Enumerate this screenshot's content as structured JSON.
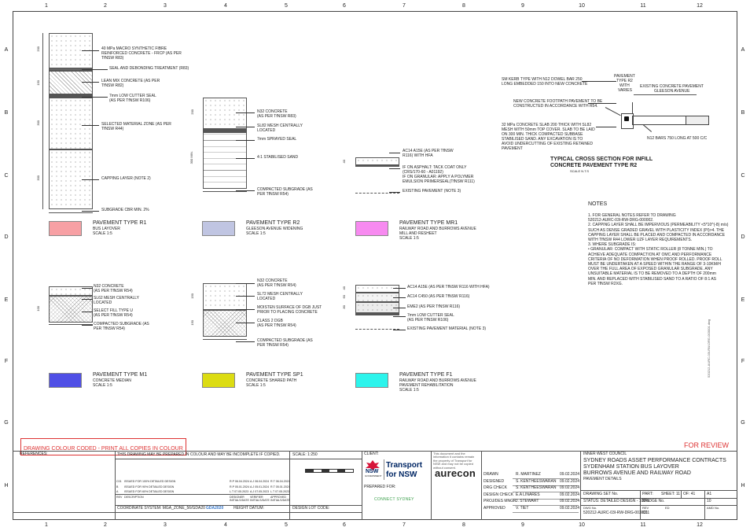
{
  "grid": {
    "columns": [
      "1",
      "2",
      "3",
      "4",
      "5",
      "6",
      "7",
      "8",
      "9",
      "10",
      "11",
      "12"
    ],
    "rows": [
      "A",
      "B",
      "C",
      "D",
      "E",
      "F",
      "G",
      "H"
    ]
  },
  "sections": {
    "r1": {
      "dims": [
        "200",
        "150",
        "300",
        "300"
      ],
      "labels": [
        "40 MPa MACRO SYNTHETIC FIBRE",
        "REINFORCED CONCRETE - FRCP (AS PER",
        "TfNSW R83)",
        "SEAL AND DEBONDING TREATMENT (R83)",
        "LEAN MIX CONCRETE (AS PER",
        "TfNSW R82)",
        "7mm LOW CUTTER SEAL",
        "(AS PER TfNSW R106)",
        "SELECTED MATERIAL ZONE (AS PER",
        "TfNSW R44)",
        "CAPPING LAYER (NOTE 2)",
        "SUBGRADE CBR MIN. 2%"
      ]
    },
    "r2": {
      "dims": [
        "200",
        "300 MIN."
      ],
      "labels": [
        "N32 CONCRETE",
        "(AS PER TfNSW R83)",
        "SL82 MESH CENTRALLY",
        "LOCATED",
        "7mm SPRAYED SEAL",
        "4:1 STABILISED SAND",
        "COMPACTED SUBGRADE (AS",
        "PER TfNSW R54)"
      ]
    },
    "mr1": {
      "dims": [
        "40"
      ],
      "labels": [
        "AC14 A15E (AS PER TfNSW",
        "R116) WITH HFA",
        "IF ON ASPHALT: TACK COAT ONLY",
        "(CRS/170-60 - A01192)",
        "IF ON GRANULAR: APPLY A POLYMER",
        "EMULSION PRIMERSEAL(TfNSW R111)",
        "EXISTING PAVEMENT (NOTE 3)"
      ]
    },
    "m1": {
      "dims": [
        "100"
      ],
      "labels": [
        "N32 CONCRETE",
        "(AS PER TfNSW R54)",
        "SL62 MESH CENTRALLY",
        "LOCATED",
        "SELECT FILL TYPE U",
        "(AS PER TfNSW R54)",
        "COMPACTED SUBGRADE (AS",
        "PER TfNSW R54)"
      ]
    },
    "sp1": {
      "dims": [
        "150",
        "150"
      ],
      "labels": [
        "N32 CONCRETE",
        "(AS PER TfNSW R54)",
        "SL72 MESH CENTRALLY",
        "LOCATED",
        "MOISTEN SURFACE OF DGB JUST",
        "PRIOR TO PLACING CONCRETE",
        "CLASS 2 DGB",
        "(AS PER TfNSW R54)",
        "COMPACTED SUBGRADE (AS",
        "PER TfNSW R54)"
      ]
    },
    "f1": {
      "dims": [
        "40",
        "60",
        "80"
      ],
      "labels": [
        "AC14 A15E (AS PER TfNSW R116 WITH HFA)",
        "AC14 C450 (AS PER TfNSW R116)",
        "EME2 (AS PER TfNSW R116)",
        "7mm LOW CUTTER SEAL",
        "(AS PER TfNSW R106)",
        "EXISTING PAVEMENT MATERIAL (NOTE 3)"
      ]
    }
  },
  "legend": [
    {
      "title": "PAVEMENT TYPE R1",
      "sub1": "BUS LAYOVER",
      "sub2": "SCALE 1:5",
      "color": "#f7a0a4"
    },
    {
      "title": "PAVEMENT TYPE R2",
      "sub1": "GLEESON AVENUE WIDENING",
      "sub2": "SCALE 1:5",
      "color": "#c0c5e2"
    },
    {
      "title": "PAVEMENT TYPE MR1",
      "sub1": "RAILWAY ROAD AND BURROWS AVENUE",
      "sub2": "MILL AND RESHEET",
      "sub3": "SCALE 1:5",
      "color": "#f78af0"
    },
    {
      "title": "PAVEMENT TYPE M1",
      "sub1": "CONCRETE MEDIAN",
      "sub2": "SCALE 1:5",
      "color": "#4f4fe6"
    },
    {
      "title": "PAVEMENT TYPE SP1",
      "sub1": "CONCRETE SHARED PATH",
      "sub2": "SCALE 1:5",
      "color": "#dcdc12"
    },
    {
      "title": "PAVEMENT TYPE F1",
      "sub1": "RAILWAY ROAD AND BURROWS AVENUE",
      "sub2": "PAVEMENT REHABILITATION",
      "sub3": "SCALE 1:5",
      "color": "#2cf4ec"
    }
  ],
  "infill": {
    "labels": [
      "SM KERB TYPE WITH N12 DOWEL BAR 250",
      "LONG EMBEDDED 150 INTO NEW CONCRETE",
      "NEW CONCRETE FOOTPATH PAVEMENT TO BE",
      "CONSTRUCTED IN ACCORDANCE WITH R54.",
      "32 MPa CONCRETE SLAB 200 THICK WITH SL82",
      "MESH WITH 50mm TOP COVER. SLAB TO BE LAID",
      "ON 300 MIN. THICK COMPACTED SUBBASE",
      "STABILISED SAND. ANY EXCAVATION IS TO",
      "AVOID UNDERCUTTING OF EXISTING RETAINED",
      "PAVEMENT",
      "PAVEMENT",
      "TYPE R2",
      "WITH",
      "VARIES",
      "EXISTING CONCRETE PAVEMENT",
      "GLEESON AVENUE",
      "N12 BARS 750 LONG AT 500 C/C"
    ],
    "title1": "TYPICAL CROSS SECTION  FOR INFILL",
    "title2": "CONCRETE PAVEMENT TYPE R2",
    "scale": "SCALE N.T.S"
  },
  "notes": {
    "heading": "NOTES",
    "items": [
      "1.   FOR GENERAL NOTES REFER TO DRAWING",
      "      520212-AURC-03I-RW-DRG-000002.",
      "2.   CAPPING LAYER SHALL BE IMPERVIOUS (PERMEABILITY <5*10^(-8) m/s)",
      "      SUCH AS DENSE GRADED GRAVEL WITH PLASTICITY INDEX (PI)>4. THE",
      "      CAPPING LAYER SHALL BE PLACED AND COMPACTED IN ACCORDANCE",
      "      WITH TfNSW R44 LOWER UZF LAYER REQUIREMENTS.",
      "3.   WHERE SUBGRADE IS:",
      "   •  GRANULAR: COMPACT WITH STATIC ROLLER (8 TONNE MIN.) TO",
      "      ACHIEVE ADEQUATE COMPACTION AT OMC AND PERFORMANCE",
      "      CRITERIA OF NO DEFORMATION WHEN PROOF ROLLED. PROOF ROLL",
      "      MUST BE UNDERTAKEN AT A SPEED WITHIN THE RANGE OF 3-10KM/H",
      "      OVER THE FULL AREA OF EXPOSED GRANULAR SUBGRADE. ANY",
      "      UNSUITABLE MATERIAL IS TO BE REMOVED TO A DEPTH OF 200mm",
      "      MIN. AND REPLACED WITH STABILISED SAND TO A RATIO OF 8:1 AS",
      "      PER TfNSW R2XG."
    ]
  },
  "banners": {
    "colour_coded": "DRAWING COLOUR CODED - PRINT ALL COPIES IN COLOUR",
    "for_review": "FOR REVIEW"
  },
  "titleblock": {
    "references": "REFERENCES:",
    "colour_note": "THIS DRAWING MAY BE PREPARED IN COLOUR AND MAY BE INCOMPLETE IF COPIED.",
    "scale": "SCALE:  1:250",
    "client": "CLIENT:",
    "nsw": "NSW",
    "nsw_gov": "GOVERNMENT",
    "transport1": "Transport",
    "transport2": "for NSW",
    "prepared_for": "PREPARED FOR:",
    "connect": "CONNECT SYDNEY",
    "aurecon": "aurecon",
    "revisions": [
      {
        "rev": "C01",
        "desc": "ISSUED FOR 100% DETAILED DESIGN",
        "a": "R.P 06.04.2024",
        "b": "A.J 06.04.2024",
        "c": "R.T 06.04.2024"
      },
      {
        "rev": "B",
        "desc": "ISSUED FOR 90% DETAILED DESIGN",
        "a": "R.P 05.01.2024",
        "b": "A.J 05.01.2024",
        "c": "R.T 05.01.2024"
      },
      {
        "rev": "A",
        "desc": "ISSUED FOR 60% DETAILED DESIGN",
        "a": "L.T 07.05.2023",
        "b": "A.J 07.05.2023",
        "c": "L.T 07.05.2023"
      }
    ],
    "rev_headers": [
      "REV",
      "DESCRIPTION",
      "DESIGNER INITIALS/DATE",
      "VERIFIER INITIALS/DATE",
      "APPROVED INITIALS/DATE"
    ],
    "coord": "COORDINATE SYSTEM: MGA_ZONE_56/GDA20",
    "height_datum": "HEIGHT DATUM:",
    "design_lot": "DESIGN LOT CODE:",
    "roles": [
      {
        "role": "DRAWN",
        "name": "R. MARTINEZ",
        "date": "09.02.2024"
      },
      {
        "role": "DESIGNED",
        "name": "S. KENTHEESWARAN",
        "date": "09.02.2024"
      },
      {
        "role": "DRG CHECK",
        "name": "S. KENTHEESWARAN",
        "date": "09.02.2024"
      },
      {
        "role": "DESIGN CHECK",
        "name": "E.A LINARES",
        "date": "09.02.2024"
      },
      {
        "role": "PROJ/DES MNGR",
        "name": "J. STEWART",
        "date": "09.02.2024"
      },
      {
        "role": "APPROVED",
        "name": "V. TIET",
        "date": "09.02.2024"
      }
    ],
    "council": "INNER WEST COUNCIL",
    "project1": "SYDNEY ROADS ASSET PERFORMANCE CONTRACTS",
    "project2": "SYDENHAM STATION BUS LAYOVER",
    "project3": "BURROWS AVENUE AND RAILWAY ROAD",
    "project4": "PAVEMENT DETAILS",
    "drawing_set": "DRAWING SET No.",
    "part": "PART:",
    "sheet": "SHEET: 11",
    "of": "OF: 41",
    "size": "A1",
    "status": "STATUS: DETAILED DESIGN - 100%",
    "bridge": "BRIDGE No.",
    "bridge_val": "10",
    "dwg_no_label": "DWG No.",
    "dwg_no": "520212-AURC-03I-RW-DRG-003001",
    "rev_label": "REV",
    "rev_val": "C01",
    "ed_label": "ED",
    "amd_label": "AMD No."
  },
  "side_text": "520212-AURC-03I-RW-DRG-003001.dwg"
}
